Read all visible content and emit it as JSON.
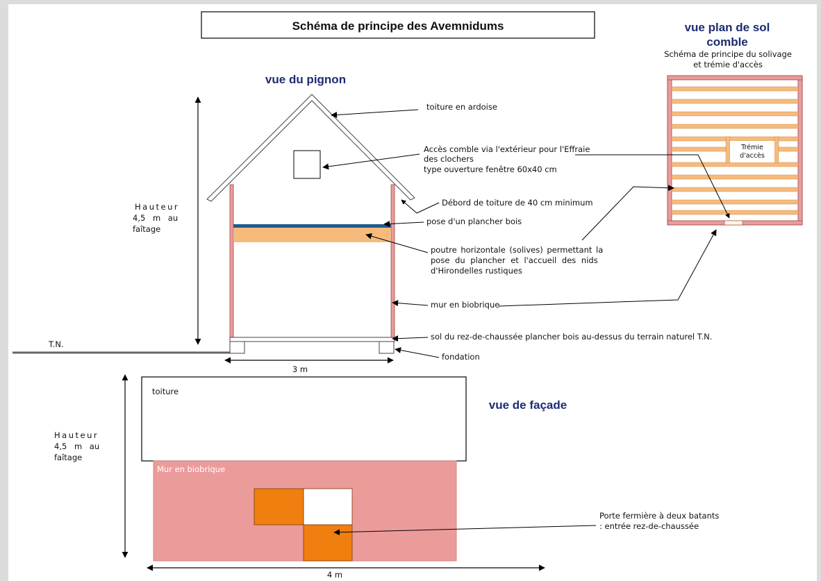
{
  "title": "Schéma de principe des Avemnidums",
  "views": {
    "pignon": "vue du pignon",
    "plan_sol_line1": "vue plan de sol",
    "plan_sol_line2": "comble",
    "plan_sub_line1": "Schéma de principe du solivage",
    "plan_sub_line2": "et trémie d'accès",
    "facade": "vue de façade"
  },
  "labels": {
    "toiture_ardoise": "toiture en ardoise",
    "acces_line1": "Accès comble via l'extérieur pour l'Effraie",
    "acces_line2": "des clochers",
    "acces_line3": "type ouverture fenêtre 60x40 cm",
    "debord": "Débord de toiture de 40 cm minimum",
    "plancher": "pose d'un plancher bois",
    "poutre_line1": "poutre horizontale (solives) permettant la",
    "poutre_line2": "pose du plancher et l'accueil des nids",
    "poutre_line3": "d'Hirondelles rustiques",
    "mur": "mur en biobrique",
    "sol": "sol du rez-de-chaussée plancher bois au-dessus du terrain naturel T.N.",
    "fondation": "fondation",
    "tn": "T.N.",
    "dim_3m": "3 m",
    "dim_4m": "4 m",
    "hauteur1_line1": "Hauteur",
    "hauteur1_line2": "4,5 m au",
    "hauteur1_line3": "faîtage",
    "hauteur2_line1": "Hauteur",
    "hauteur2_line2": "4,5 m au",
    "hauteur2_line3": "faîtage",
    "toiture": "toiture",
    "mur_facade": "Mur en biobrique",
    "tremie_line1": "Trémie",
    "tremie_line2": "d'accès",
    "porte_line1": "Porte fermière à deux batants",
    "porte_line2": ": entrée rez-de-chaussée"
  },
  "colors": {
    "background": "#dcdcdc",
    "page": "#ffffff",
    "brick": "#ec9b9b",
    "brick_stroke": "#9a4a4a",
    "beam": "#f6bb7c",
    "floor_blue": "#1f5b8e",
    "door_orange": "#f07f10",
    "view_title": "#1d2b73"
  }
}
